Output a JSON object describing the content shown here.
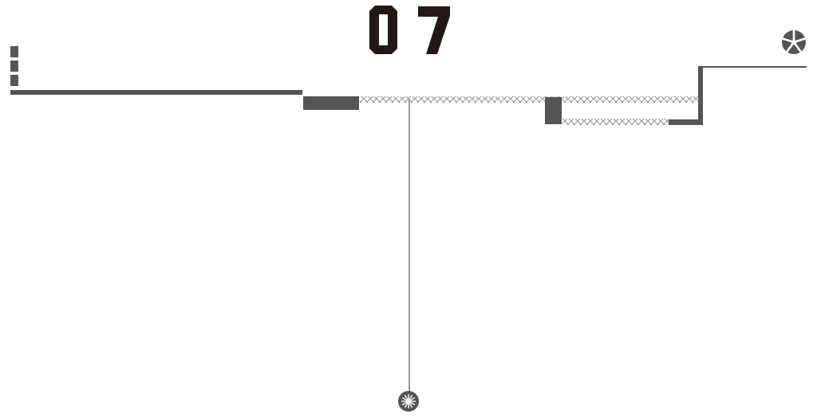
{
  "game": {
    "level_number": "07",
    "lives_remaining": 3,
    "lives_total": 3,
    "colors": {
      "background": "#ffffff",
      "level_digits": "#231815",
      "solid": "#555555",
      "rope_chain": "#8a8a8a",
      "pendulum_line": "#7a7a7a",
      "orb": "#555555",
      "orb_rays": "#ffffff"
    },
    "icons": {
      "settings": "flower-gear-icon",
      "orb": "spiked-sun-orb-icon",
      "lives": "life-block-icon"
    }
  }
}
